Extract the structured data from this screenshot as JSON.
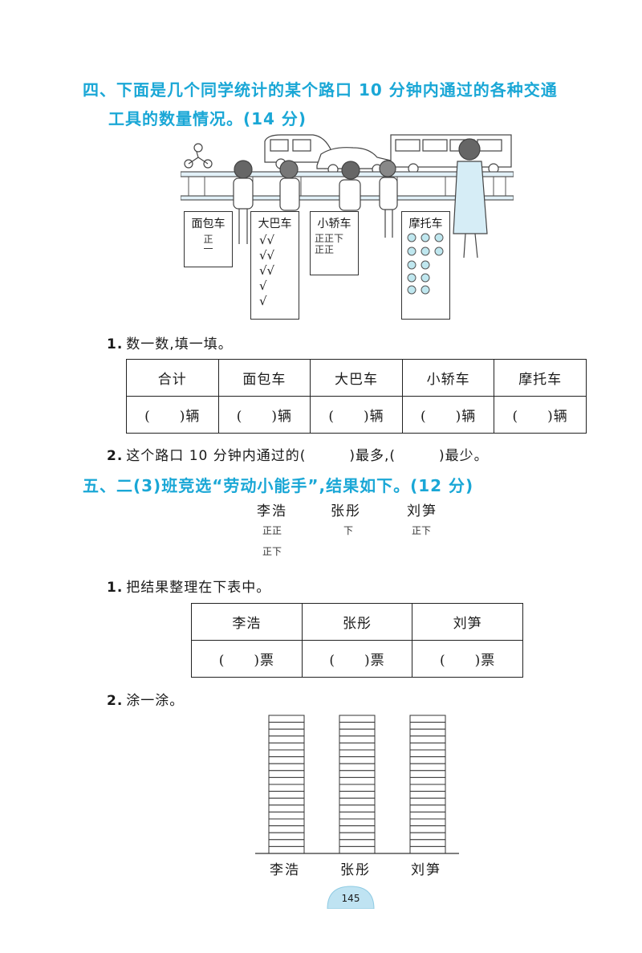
{
  "section4": {
    "title_line1": "四、下面是几个同学统计的某个路口 10 分钟内通过的各种交通",
    "title_line2": "工具的数量情况。(14 分)",
    "signs": [
      {
        "label": "面包车",
        "marks": "正\n一"
      },
      {
        "label": "大巴车",
        "marks": "√√\n√√\n√√\n√\n√"
      },
      {
        "label": "小轿车",
        "marks": "正正下\n正正"
      },
      {
        "label": "摩托车",
        "marks": ""
      }
    ],
    "q1": {
      "num": "1.",
      "text": "数一数,填一填。"
    },
    "table": {
      "headers": [
        "合计",
        "面包车",
        "大巴车",
        "小轿车",
        "摩托车"
      ],
      "cells": [
        "(　　)辆",
        "(　　)辆",
        "(　　)辆",
        "(　　)辆",
        "(　　)辆"
      ]
    },
    "q2": {
      "num": "2.",
      "text": "这个路口 10 分钟内通过的(　　　)最多,(　　　)最少。"
    }
  },
  "section5": {
    "title": "五、二(3)班竞选“劳动小能手”,结果如下。(12 分)",
    "candidates": [
      {
        "name": "李浩",
        "tally_line1": "正正",
        "tally_line2": "正下"
      },
      {
        "name": "张彤",
        "tally_line1": "下",
        "tally_line2": ""
      },
      {
        "name": "刘笋",
        "tally_line1": "正下",
        "tally_line2": ""
      }
    ],
    "q1": {
      "num": "1.",
      "text": "把结果整理在下表中。"
    },
    "table": {
      "headers": [
        "李浩",
        "张彤",
        "刘笋"
      ],
      "cells": [
        "(　　)票",
        "(　　)票",
        "(　　)票"
      ]
    },
    "q2": {
      "num": "2.",
      "text": "涂一涂。"
    },
    "chart_labels": [
      "李浩",
      "张彤",
      "刘笋"
    ]
  },
  "page_number": "145",
  "colors": {
    "accent": "#1aa7d6",
    "page_badge": "#bfe3f2",
    "motorbike_dot": "#bfe7ef"
  }
}
